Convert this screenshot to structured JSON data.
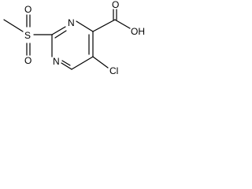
{
  "molecule": {
    "labels": {
      "sulfur": "S",
      "sulfonyl_oxygen_top": "O",
      "sulfonyl_oxygen_bottom": "O",
      "ring_nitrogen_top": "N",
      "ring_nitrogen_bottom": "N",
      "carbonyl_oxygen": "O",
      "hydroxyl": "OH",
      "chlorine": "Cl"
    },
    "colors": {
      "bond": "#000000",
      "text": "#000000",
      "background": "#ffffff"
    }
  }
}
